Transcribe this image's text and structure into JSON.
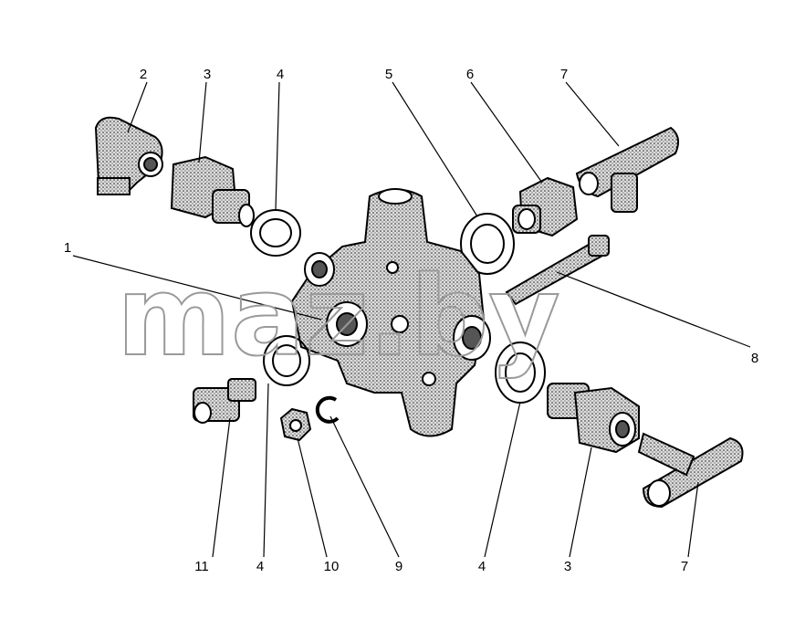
{
  "watermark": "maz.by",
  "callouts": {
    "c1": "1",
    "c2": "2",
    "c3_top": "3",
    "c4_top": "4",
    "c5": "5",
    "c6": "6",
    "c7_top": "7",
    "c8": "8",
    "c11": "11",
    "c4_bl": "4",
    "c10": "10",
    "c9": "9",
    "c4_br": "4",
    "c3_br": "3",
    "c7_br": "7"
  }
}
